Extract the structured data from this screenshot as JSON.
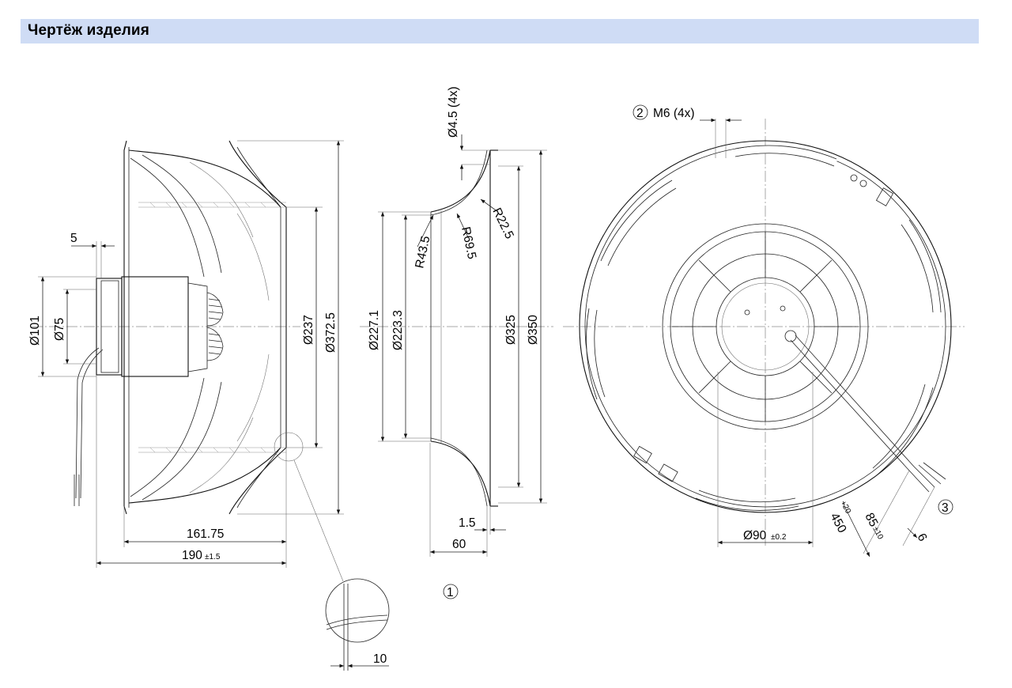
{
  "header": {
    "title": "Чертёж изделия"
  },
  "side_view": {
    "dims": {
      "d5": "5",
      "d101": "Ø101",
      "d75": "Ø75",
      "d237": "Ø237",
      "d372": "Ø372.5",
      "d16175": "161.75",
      "d190": "190",
      "d190_tol": "±1.5"
    }
  },
  "section_view": {
    "dims": {
      "d45": "Ø4.5 (4x)",
      "r225": "R22.5",
      "r435": "R43.5",
      "r695": "R69.5",
      "d2271": "Ø227.1",
      "d2233": "Ø223.3",
      "d325": "Ø325",
      "d350": "Ø350",
      "d15": "1.5",
      "d60": "60",
      "callout1": "1"
    }
  },
  "detail_view": {
    "dims": {
      "d10": "10"
    }
  },
  "front_view": {
    "dims": {
      "callout2": "2",
      "m6": "M6 (4x)",
      "d90": "Ø90",
      "d90_tol": "±0.2",
      "d450": "450",
      "d450_tol": "+20",
      "d85": "85",
      "d85_tol": "±10",
      "d6": "6",
      "callout3": "3"
    }
  }
}
